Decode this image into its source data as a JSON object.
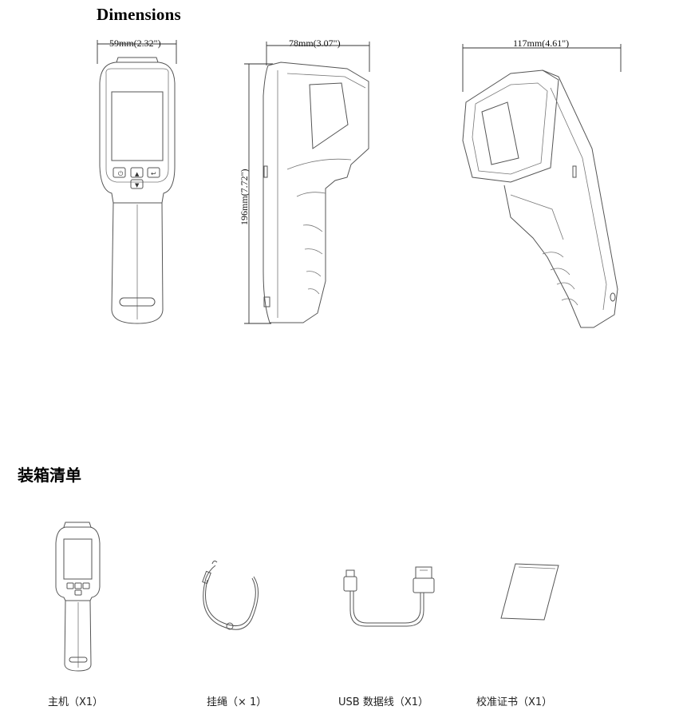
{
  "dimensions": {
    "title": "Dimensions",
    "front_width": "59mm(2.32\")",
    "side_depth": "78mm(3.07\")",
    "height": "196mm(7.72\")",
    "angle_width": "117mm(4.61\")"
  },
  "packing": {
    "title": "装箱清单",
    "items": [
      {
        "label": "主机（X1）",
        "icon": "thermal-camera-icon"
      },
      {
        "label": "挂绳（× 1）",
        "icon": "lanyard-icon"
      },
      {
        "label": "USB 数据线（X1）",
        "icon": "usb-cable-icon"
      },
      {
        "label": "校准证书（X1）",
        "icon": "certificate-icon"
      }
    ]
  },
  "colors": {
    "line": "#555555",
    "text": "#111111",
    "background": "#ffffff"
  }
}
